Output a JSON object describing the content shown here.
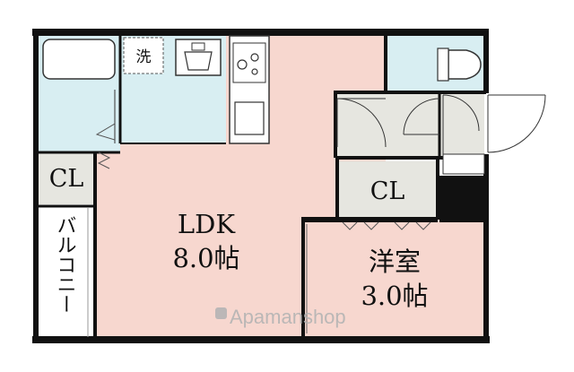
{
  "floorplan": {
    "rooms": {
      "ldk_name": "LDK",
      "ldk_size": "8.0帖",
      "western_name": "洋室",
      "western_size": "3.0帖",
      "closet_left": "CL",
      "closet_right": "CL",
      "balcony": "バルコニー",
      "laundry": "洗"
    },
    "watermark": {
      "brand": "Apamanshop"
    },
    "colors": {
      "ldk": "#f7d7cf",
      "wet_area": "#d8eef2",
      "storage": "#e6e6e0",
      "wall": "#111111",
      "balcony": "#ffffff"
    }
  }
}
